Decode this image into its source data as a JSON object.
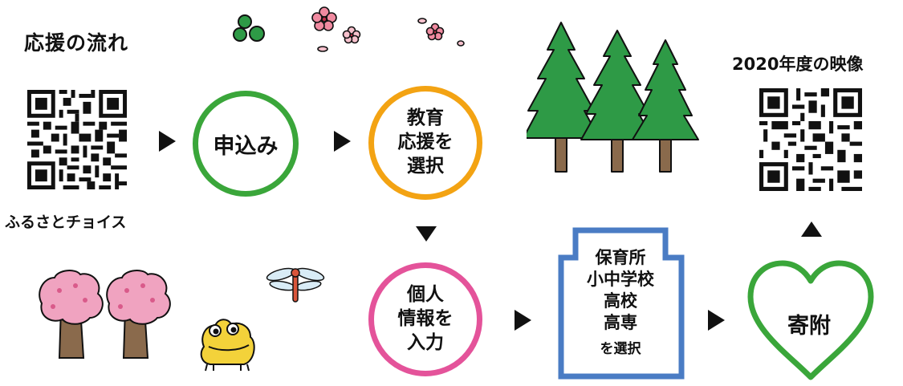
{
  "title": "応援の流れ",
  "qr_left": {
    "label": "ふるさとチョイス",
    "icon": "qr-code-icon"
  },
  "qr_right": {
    "title": "2020年度の映像",
    "icon": "qr-code-icon"
  },
  "steps": {
    "apply": "申込み",
    "select_edu": [
      "教育",
      "応援を",
      "選択"
    ],
    "input_info": [
      "個人",
      "情報を",
      "入力"
    ],
    "select_school": [
      "保育所",
      "小中学校",
      "高校",
      "高専"
    ],
    "select_school_suffix": "を選択",
    "donate": "寄附"
  },
  "colors": {
    "green": "#3aa63a",
    "orange": "#f3a313",
    "pink": "#e4539a",
    "blue": "#4a7cc4",
    "tree_green": "#2e9a46",
    "blossom_pink": "#f0a3c0",
    "trunk_brown": "#8a6a4c"
  },
  "decorations": [
    "green-berries-icon",
    "plum-blossom-icon",
    "pine-tree-icon",
    "cherry-tree-icon",
    "dragonfly-icon",
    "frog-icon"
  ]
}
